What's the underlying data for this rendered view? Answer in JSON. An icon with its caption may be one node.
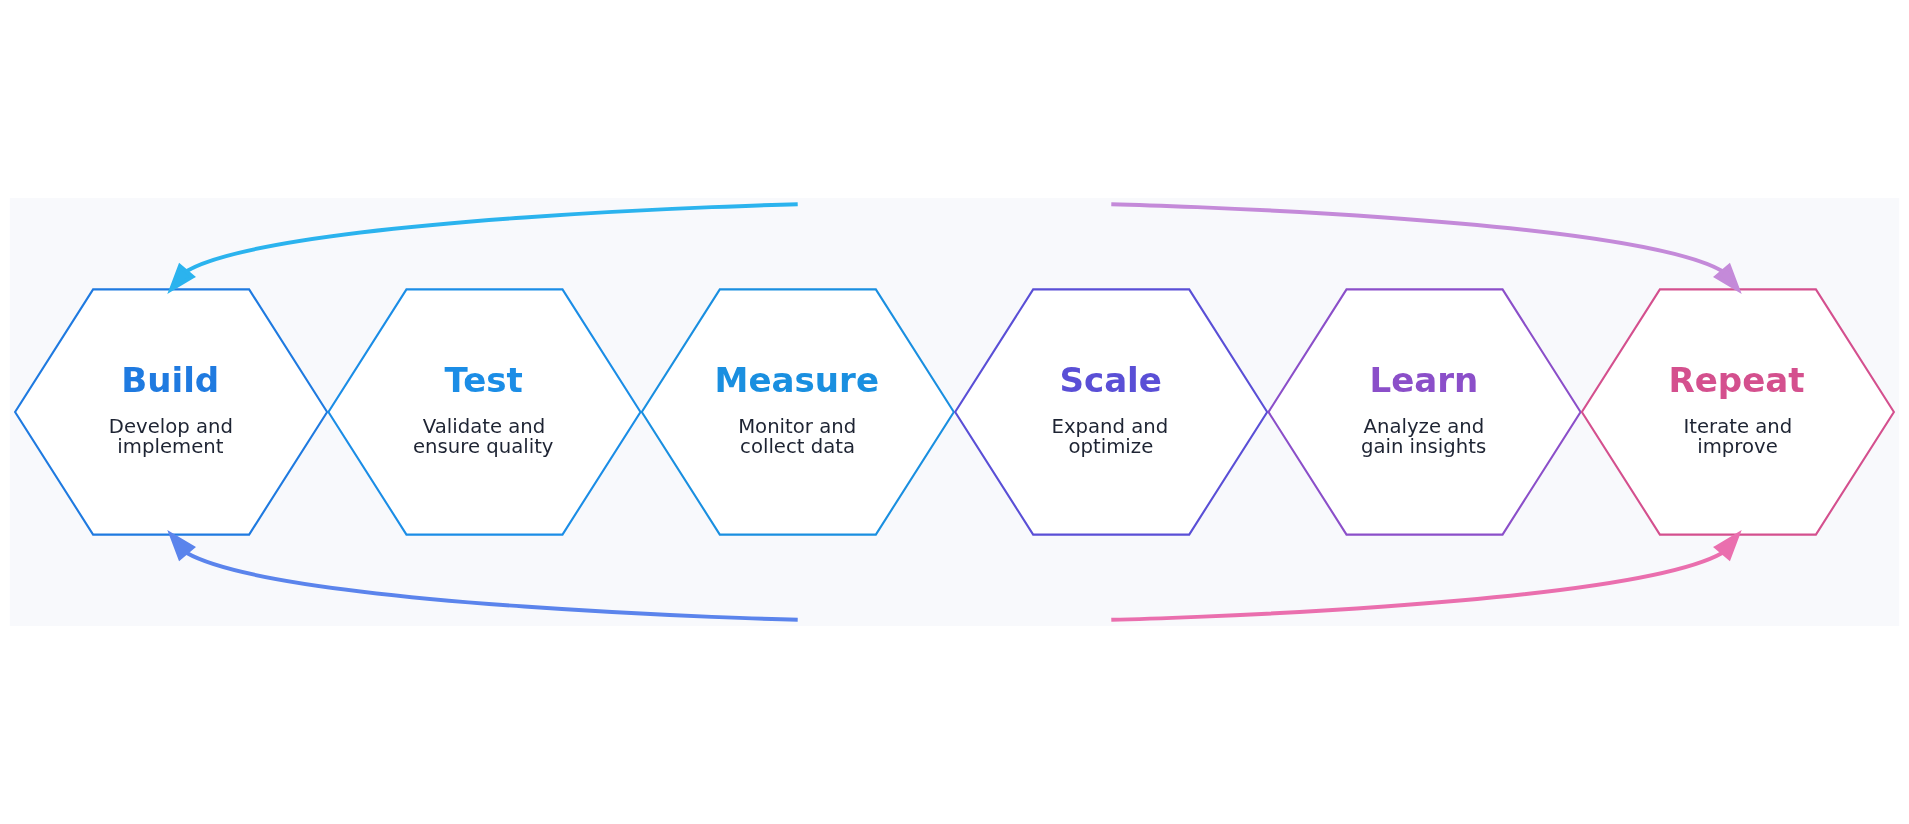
{
  "diagram": {
    "nodes": [
      {
        "text": [
          "Build",
          "Develop and implement"
        ]
      },
      {
        "text": [
          "Test",
          "Validate and ensure quality"
        ]
      },
      {
        "text": [
          "Measure",
          "Monitor and collect data"
        ]
      },
      {
        "text": [
          "Scale",
          "Expand and optimize"
        ]
      },
      {
        "text": [
          "Learn",
          "Analyze and gain insights"
        ]
      },
      {
        "text": [
          "Repeat",
          "Iterate and improve"
        ]
      }
    ],
    "edges": [
      {
        "from": null,
        "to": 0,
        "arrow": "to",
        "color": "#2bb3ee"
      },
      {
        "from": null,
        "to": 5,
        "arrow": "to",
        "color": "#c48ad9"
      },
      {
        "from": null,
        "to": 0,
        "arrow": "to",
        "color": "#5b84ec"
      },
      {
        "from": null,
        "to": 5,
        "arrow": "to",
        "color": "#ea6fae"
      }
    ]
  }
}
